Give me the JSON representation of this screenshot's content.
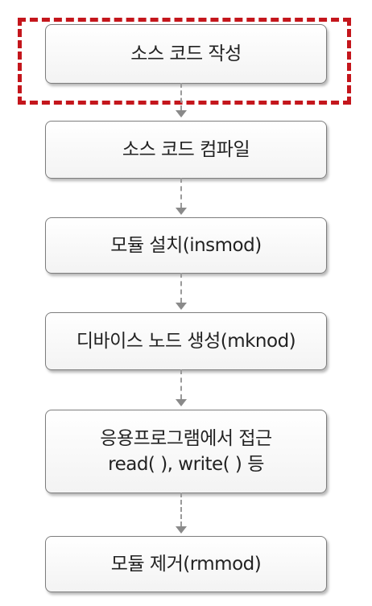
{
  "steps": [
    {
      "lines": [
        "소스 코드 작성"
      ]
    },
    {
      "lines": [
        "소스 코드 컴파일"
      ]
    },
    {
      "lines": [
        "모듈 설치(insmod)"
      ]
    },
    {
      "lines": [
        "디바이스 노드 생성(mknod)"
      ]
    },
    {
      "lines": [
        "응용프로그램에서 접근",
        "read( ), write( ) 등"
      ]
    },
    {
      "lines": [
        "모듈 제거(rmmod)"
      ]
    }
  ],
  "highlight": {
    "color": "#c4161c",
    "step_index": 0
  },
  "colors": {
    "box_border": "#7d7d7d",
    "connector": "#9a9a9a"
  }
}
